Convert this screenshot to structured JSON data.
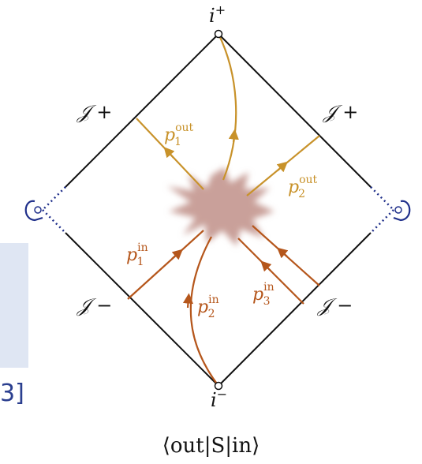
{
  "diagram": {
    "title": "",
    "labels": {
      "i_plus": "i",
      "i_plus_sup": "+",
      "i_minus": "i",
      "i_minus_sup": "−",
      "scri_plus_left": "𝒥 +",
      "scri_plus_right": "𝒥 +",
      "scri_minus_left": "𝒥 −",
      "scri_minus_right": "𝒥 −"
    },
    "momenta": [
      {
        "id": "p1out",
        "base": "p",
        "sub": "1",
        "sup": "out"
      },
      {
        "id": "p2out",
        "base": "p",
        "sub": "2",
        "sup": "out"
      },
      {
        "id": "p1in",
        "base": "p",
        "sub": "1",
        "sup": "in"
      },
      {
        "id": "p2in",
        "base": "p",
        "sub": "2",
        "sup": "in"
      },
      {
        "id": "p3in",
        "base": "p",
        "sub": "3",
        "sup": "in"
      }
    ],
    "caption": "⟨out|S|in⟩",
    "side_text": "3]"
  },
  "colors": {
    "outgoing": "#c8922a",
    "incoming": "#b5561b",
    "blob": "#c9a09a",
    "boundary": "#111111",
    "loop": "#1f2f8a"
  }
}
